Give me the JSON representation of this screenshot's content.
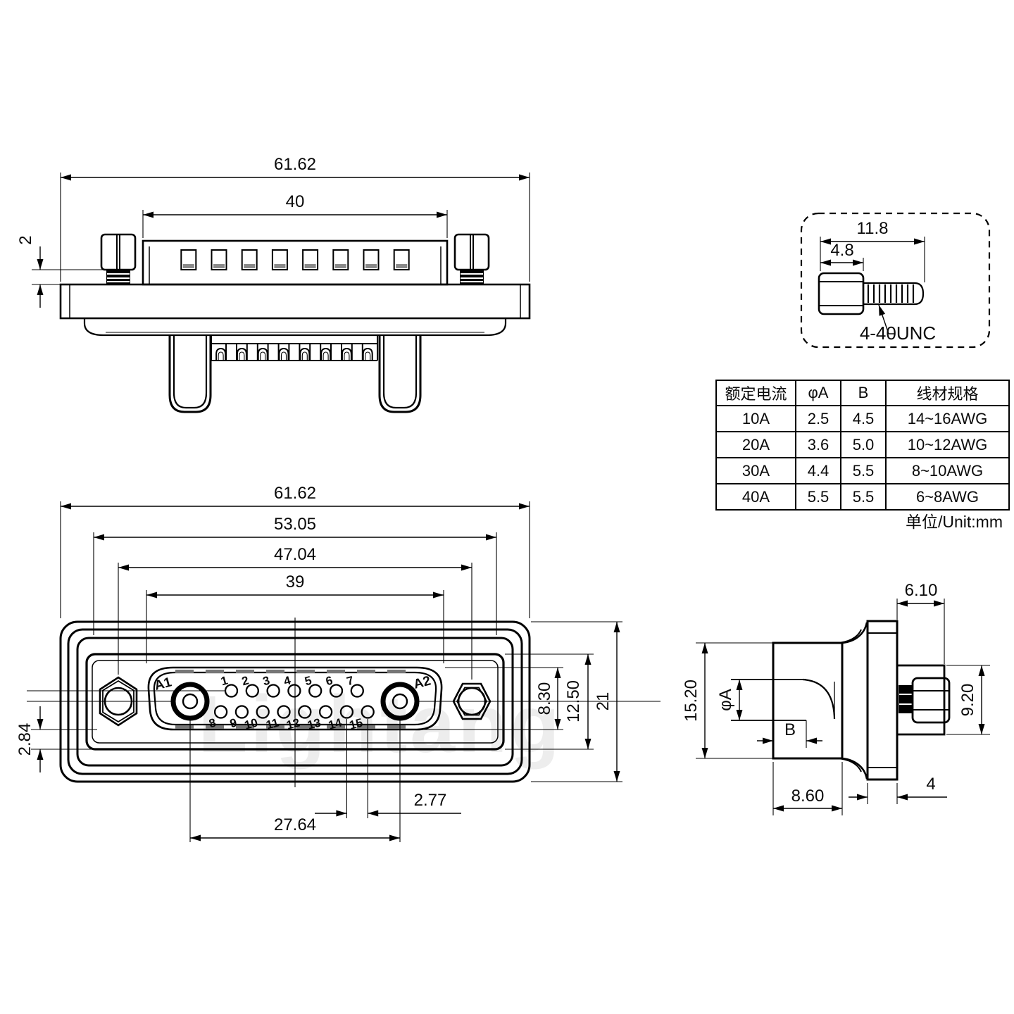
{
  "meta": {
    "unit_note": "单位/Unit:mm",
    "watermark": "Lightang"
  },
  "top_view": {
    "dims": {
      "overall_width": "61.62",
      "shell_width": "40",
      "screw_standoff": "2"
    }
  },
  "screw_detail": {
    "dims": {
      "total_length": "11.8",
      "head_length": "4.8"
    },
    "thread_label": "4-40UNC"
  },
  "front_view": {
    "dims": {
      "overall_width": "61.62",
      "body_width": "53.05",
      "mount_spacing": "47.04",
      "shell_width": "39",
      "shell_height": "8.30",
      "insert_height": "12.50",
      "overall_height": "21",
      "edge_offset": "2.84",
      "pin_pitch": "2.77",
      "pin_span": "27.64"
    },
    "pins": {
      "a1": "A1",
      "a2": "A2",
      "top": [
        "1",
        "2",
        "3",
        "4",
        "5",
        "6",
        "7"
      ],
      "bottom": [
        "8",
        "9",
        "10",
        "11",
        "12",
        "13",
        "14",
        "15"
      ]
    }
  },
  "side_view": {
    "dims": {
      "rear_length": "6.10",
      "front_height": "15.20",
      "bore_dia": "φA",
      "bore_depth": "B",
      "nut_height": "9.20",
      "front_length": "8.60",
      "flange_thickness": "4"
    }
  },
  "table": {
    "headers": [
      "额定电流",
      "φA",
      "B",
      "线材规格"
    ],
    "rows": [
      [
        "10A",
        "2.5",
        "4.5",
        "14~16AWG"
      ],
      [
        "20A",
        "3.6",
        "5.0",
        "10~12AWG"
      ],
      [
        "30A",
        "4.4",
        "5.5",
        "8~10AWG"
      ],
      [
        "40A",
        "5.5",
        "5.5",
        "6~8AWG"
      ]
    ]
  }
}
